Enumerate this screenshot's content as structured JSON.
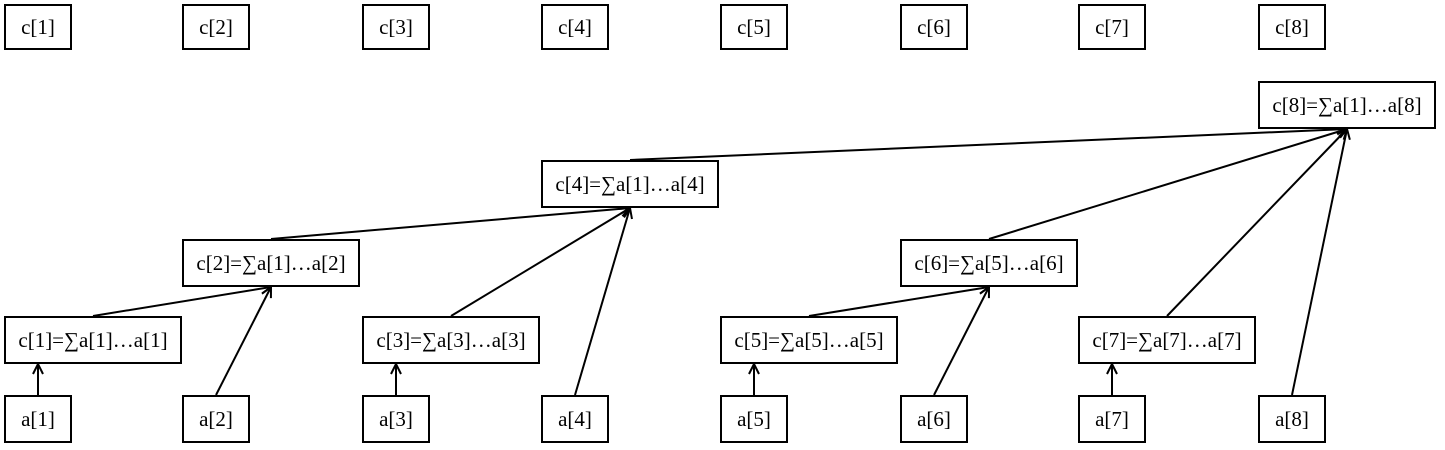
{
  "c_labels": [
    "c[1]",
    "c[2]",
    "c[3]",
    "c[4]",
    "c[5]",
    "c[6]",
    "c[7]",
    "c[8]"
  ],
  "a_labels": [
    "a[1]",
    "a[2]",
    "a[3]",
    "a[4]",
    "a[5]",
    "a[6]",
    "a[7]",
    "a[8]"
  ],
  "sums": {
    "c1": "c[1]=∑a[1]…a[1]",
    "c2": "c[2]=∑a[1]…a[2]",
    "c3": "c[3]=∑a[3]…a[3]",
    "c4": "c[4]=∑a[1]…a[4]",
    "c5": "c[5]=∑a[5]…a[5]",
    "c6": "c[6]=∑a[5]…a[6]",
    "c7": "c[7]=∑a[7]…a[7]",
    "c8": "c[8]=∑a[1]…a[8]"
  },
  "edges": [
    [
      "a1",
      "c1"
    ],
    [
      "a3",
      "c3"
    ],
    [
      "a5",
      "c5"
    ],
    [
      "a7",
      "c7"
    ],
    [
      "c1",
      "c2"
    ],
    [
      "a2",
      "c2"
    ],
    [
      "c5",
      "c6"
    ],
    [
      "a6",
      "c6"
    ],
    [
      "c2",
      "c4"
    ],
    [
      "c3",
      "c4"
    ],
    [
      "a4",
      "c4"
    ],
    [
      "c4",
      "c8"
    ],
    [
      "c6",
      "c8"
    ],
    [
      "c7",
      "c8"
    ],
    [
      "a8",
      "c8"
    ]
  ],
  "colors": {
    "stroke": "#000000",
    "background": "#ffffff",
    "text": "#000000"
  }
}
